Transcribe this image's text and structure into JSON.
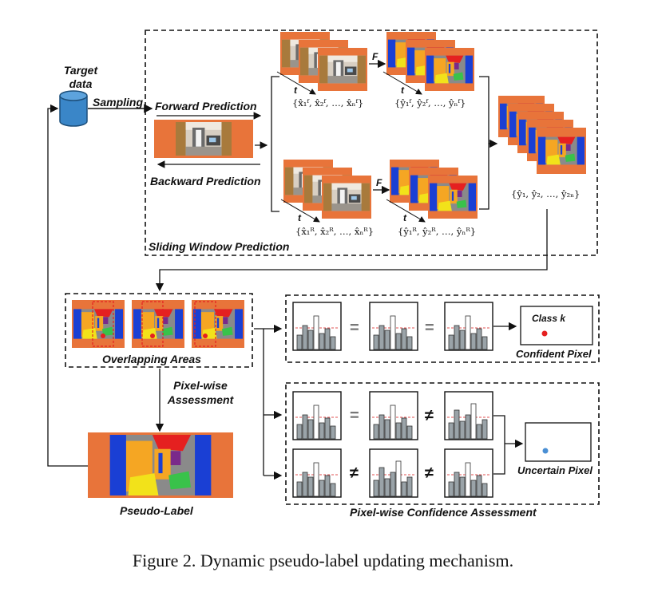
{
  "labels": {
    "target_data": "Target data",
    "sampling": "Sampling",
    "forward_prediction": "Forward Prediction",
    "backward_prediction": "Backward Prediction",
    "sliding_window_prediction": "Sliding Window Prediction",
    "overlapping_areas": "Overlapping Areas",
    "pixel_wise_assessment": "Pixel-wise Assessment",
    "pseudo_label": "Pseudo-Label",
    "class_k": "Class k",
    "confident_pixel": "Confident Pixel",
    "uncertain_pixel": "Uncertain Pixel",
    "pixel_wise_confidence_assessment": "Pixel-wise Confidence Assessment",
    "f_top": "F",
    "f_bottom": "F",
    "t": "t"
  },
  "sets": {
    "forward_inputs": "{x̂₁ᶠ, x̂₂ᶠ, …, x̂ₙᶠ}",
    "forward_outputs": "{ŷ₁ᶠ, ŷ₂ᶠ, …, ŷₙᶠ}",
    "reverse_inputs": "{x̂₁ᴿ, x̂₂ᴿ, …, x̂ₙᴿ}",
    "reverse_outputs": "{ŷ₁ᴿ, ŷ₂ᴿ, …, ŷₙᴿ}",
    "all_outputs": "{ŷ₁, ŷ₂, …, ŷ₂ₙ}"
  },
  "operators": {
    "eq": "=",
    "neq": "≠"
  },
  "caption": "Figure 2. Dynamic pseudo-label updating mechanism.",
  "colors": {
    "db_blue": "#3a86c8",
    "frame_orange": "#e8743a",
    "seg_blue": "#1a3fd4",
    "seg_orange": "#f5a623",
    "seg_yellow": "#f2e21a",
    "seg_red": "#e52020",
    "seg_gray": "#8a8a8a",
    "seg_purple": "#7a2a8a",
    "seg_green": "#39c24a",
    "bar_gray": "#9aa3a8",
    "dash_red": "#e05050",
    "confident_dot": "#e52020",
    "uncertain_dot": "#4a8fd4"
  }
}
